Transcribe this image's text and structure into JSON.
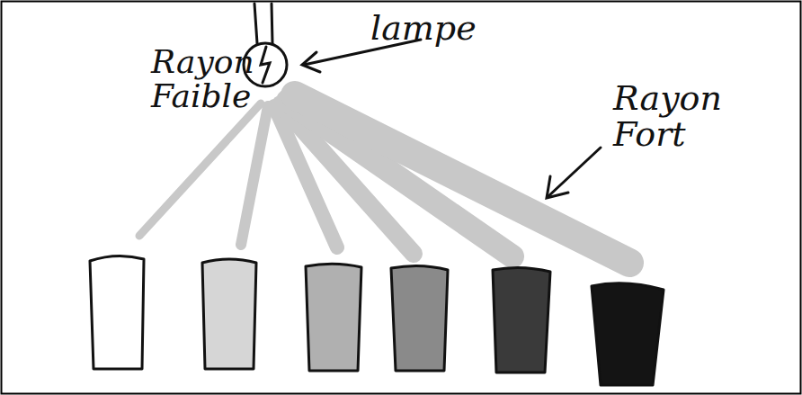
{
  "diagram": {
    "labels": [
      "lampe",
      "Rayon Faible",
      "Rayon Fort"
    ]
  }
}
